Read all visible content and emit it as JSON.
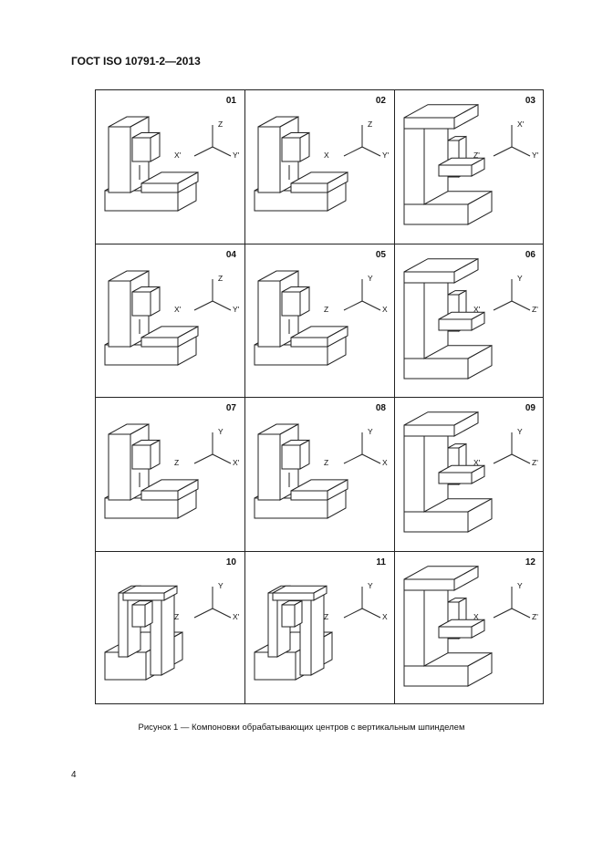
{
  "header": {
    "standard": "ГОСТ ISO 10791-2—2013"
  },
  "figure": {
    "caption": "Рисунок 1 — Компоновки обрабатывающих центров с вертикальным шпинделем",
    "cells": [
      {
        "number": "01",
        "axes": [
          "Z",
          "X'",
          "Y'"
        ]
      },
      {
        "number": "02",
        "axes": [
          "Z",
          "X",
          "Y'"
        ]
      },
      {
        "number": "03",
        "axes": [
          "X'",
          "Z'",
          "Y'"
        ]
      },
      {
        "number": "04",
        "axes": [
          "Z",
          "X'",
          "Y'"
        ]
      },
      {
        "number": "05",
        "axes": [
          "Y",
          "Z",
          "X"
        ]
      },
      {
        "number": "06",
        "axes": [
          "Y",
          "X'",
          "Z'"
        ]
      },
      {
        "number": "07",
        "axes": [
          "Y",
          "Z",
          "X'"
        ]
      },
      {
        "number": "08",
        "axes": [
          "Y",
          "Z",
          "X"
        ]
      },
      {
        "number": "09",
        "axes": [
          "Y",
          "X'",
          "Z'"
        ]
      },
      {
        "number": "10",
        "axes": [
          "Y",
          "Z",
          "X'"
        ]
      },
      {
        "number": "11",
        "axes": [
          "Y",
          "Z",
          "X"
        ]
      },
      {
        "number": "12",
        "axes": [
          "Y",
          "X",
          "Z'"
        ]
      }
    ]
  },
  "page": {
    "number": "4"
  }
}
